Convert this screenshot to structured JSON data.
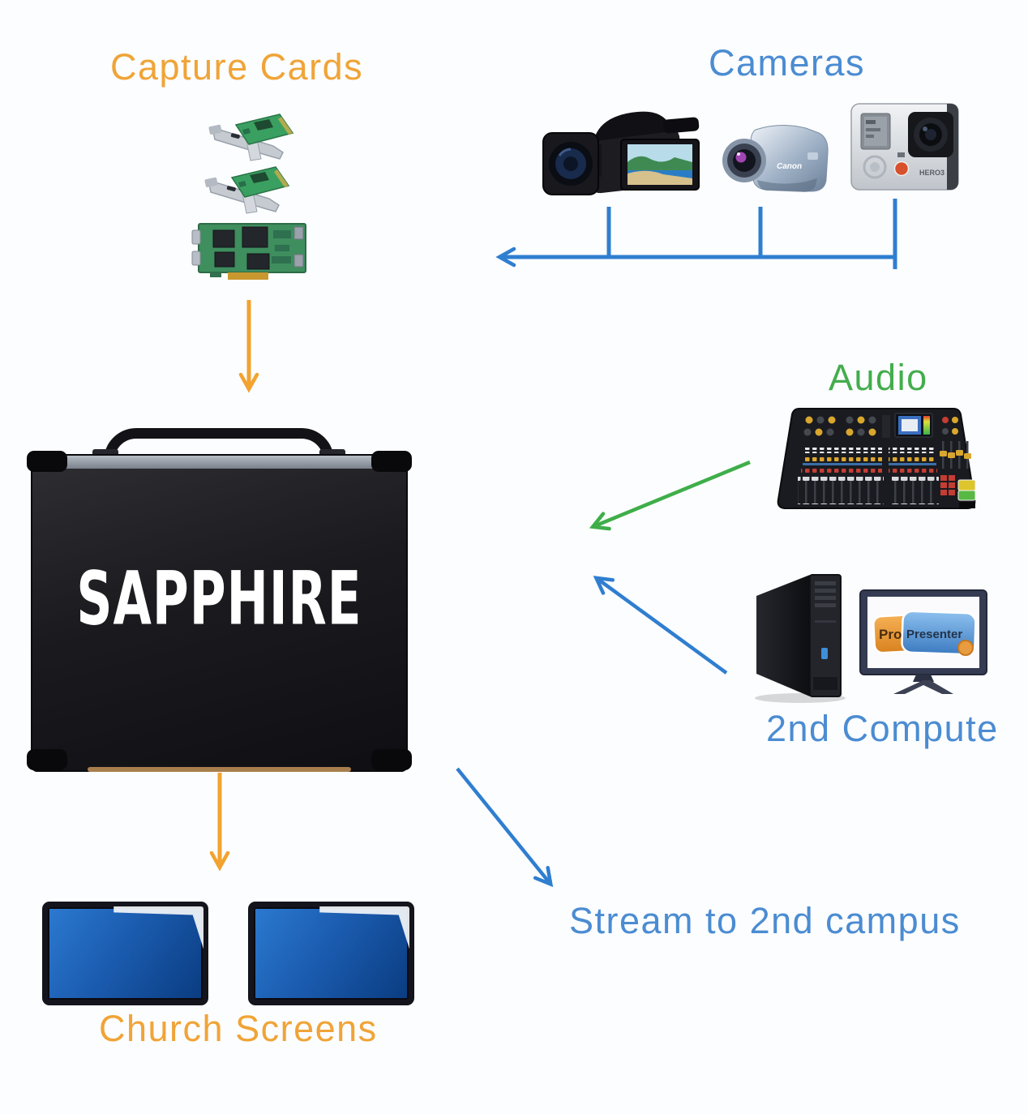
{
  "labels": {
    "capture_cards": "Capture Cards",
    "cameras": "Cameras",
    "audio": "Audio",
    "second_computer": "2nd Compute",
    "stream": "Stream to 2nd campus",
    "church_screens": "Church Screens"
  },
  "devices": {
    "sapphire_case": {
      "logo": "SAPPHIRE"
    },
    "canon_camcorder": {
      "brand": "Canon"
    },
    "gopro": {
      "model": "HERO3"
    },
    "propresenter_monitor": {
      "word1": "Pro",
      "word2": "Presenter"
    }
  },
  "colors": {
    "label_orange": "#F0A437",
    "label_blue": "#4B8CD2",
    "label_green": "#43AD4D",
    "arrow_orange": "#F2A330",
    "arrow_blue": "#2F7ED0",
    "arrow_green": "#3FAE4A",
    "screen_gradient_start": "#2B7AD0",
    "screen_gradient_end": "#0A3C80"
  },
  "connections": [
    {
      "from": "Cameras",
      "to": "SAPPHIRE case",
      "color": "blue"
    },
    {
      "from": "Capture Cards",
      "to": "SAPPHIRE case",
      "color": "orange"
    },
    {
      "from": "Audio mixer",
      "to": "SAPPHIRE case",
      "color": "green"
    },
    {
      "from": "2nd Computer (ProPresenter)",
      "to": "SAPPHIRE case",
      "color": "blue"
    },
    {
      "from": "SAPPHIRE case",
      "to": "Church Screens",
      "color": "orange"
    },
    {
      "from": "SAPPHIRE case",
      "to": "Stream to 2nd campus",
      "color": "blue"
    }
  ]
}
